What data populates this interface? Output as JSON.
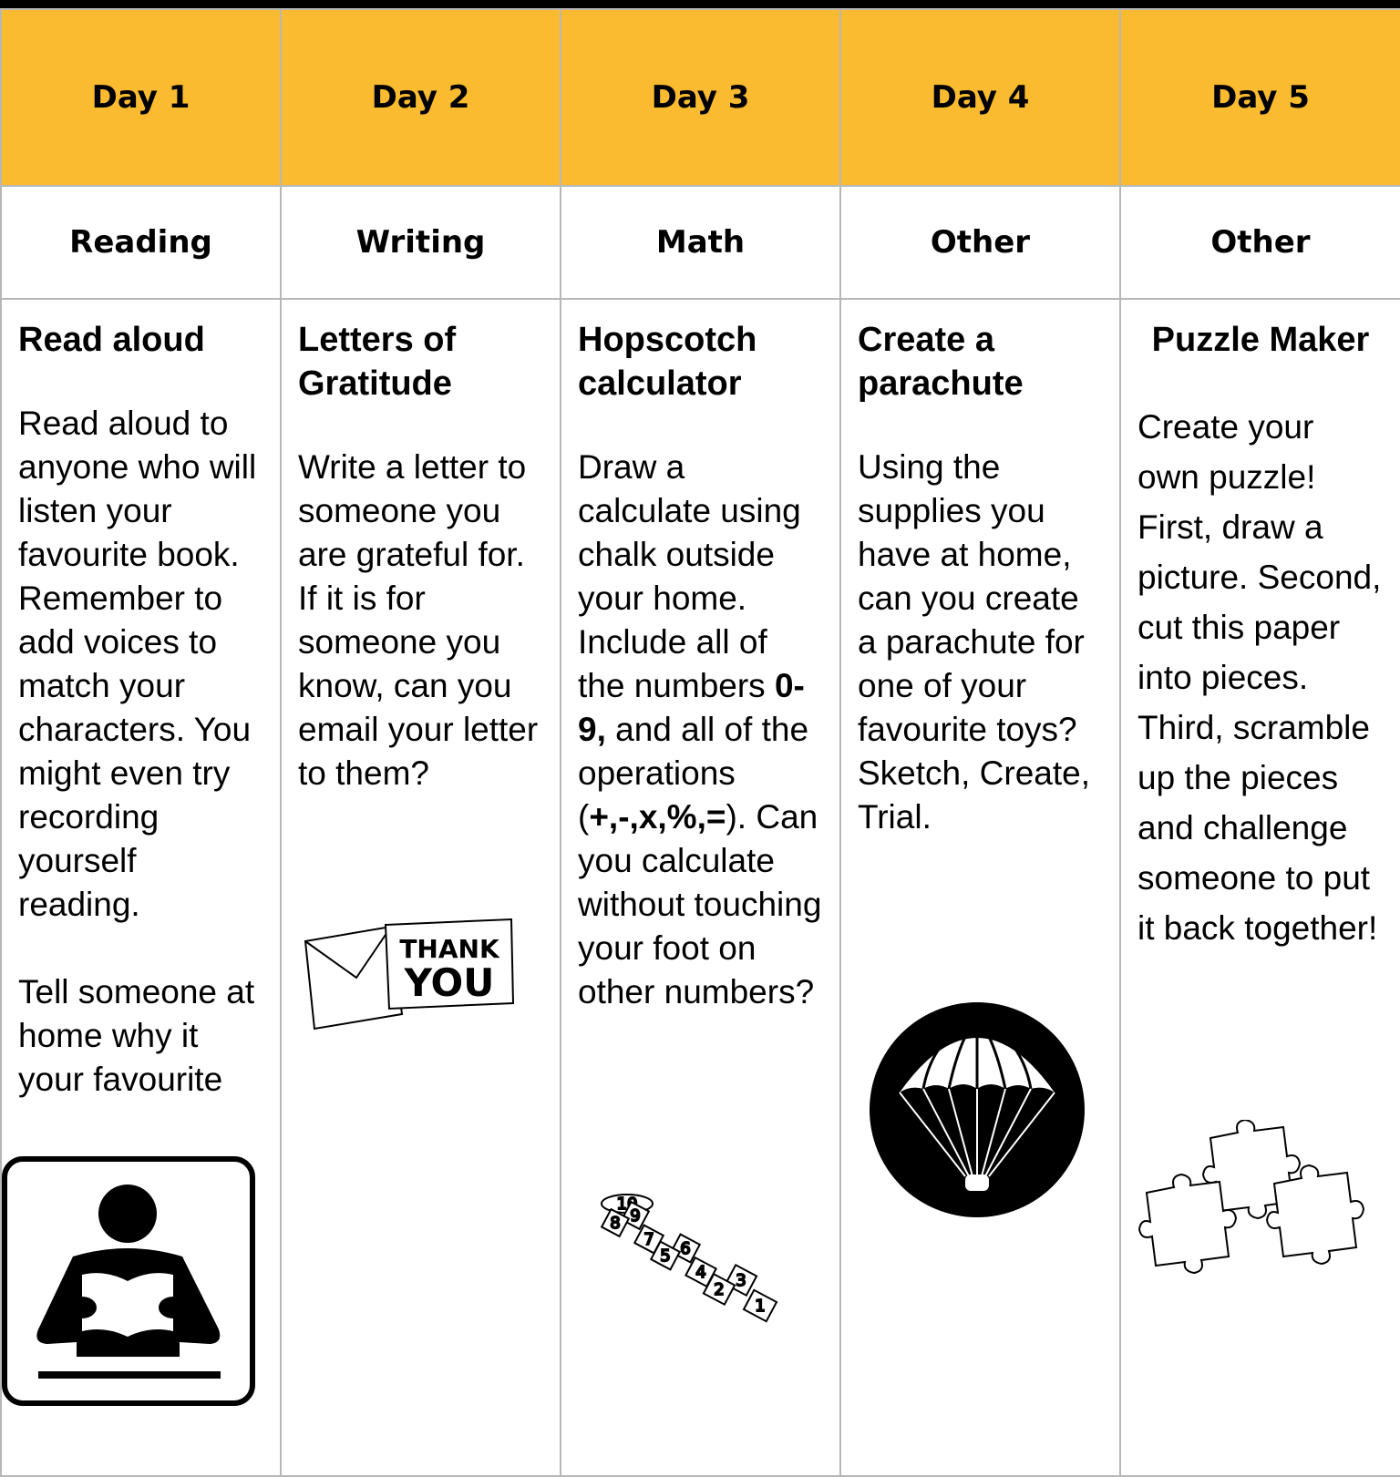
{
  "days": [
    "Day 1",
    "Day 2",
    "Day 3",
    "Day 4",
    "Day 5"
  ],
  "subjects": [
    "Reading",
    "Writing",
    "Math",
    "Other",
    "Other"
  ],
  "activities": [
    {
      "title": "Read aloud",
      "description": "Read aloud to anyone who will listen your favourite book. Remember to add voices to match your characters. You might even try recording yourself reading.",
      "description_2": "Tell someone at home why it your favourite",
      "icon": "person-reading-icon"
    },
    {
      "title": "Letters of Gratitude",
      "description": "Write a letter to someone you are grateful for. If it is for someone you know, can you email your letter to them?",
      "icon": "thank-you-card-icon",
      "card_line_1": "THANK",
      "card_line_2": "YOU"
    },
    {
      "title": "Hopscotch calculator",
      "description_a": "Draw a calculate using chalk outside your home. Include all of the numbers ",
      "description_b": "0-9,",
      "description_c": " and all of the operations (",
      "description_d": "+,-,x,%,=",
      "description_e": "). Can you calculate without touching your foot on other numbers?",
      "icon": "hopscotch-icon",
      "hopscotch_numbers": [
        "10",
        "9",
        "8",
        "7",
        "6",
        "5",
        "4",
        "3",
        "2",
        "1"
      ]
    },
    {
      "title": "Create a parachute",
      "description": "Using the supplies you have at home, can you create a parachute for one of your favourite toys? Sketch, Create, Trial.",
      "icon": "parachute-icon"
    },
    {
      "title": "Puzzle Maker",
      "description": "Create your own puzzle! First, draw a picture. Second, cut this paper into pieces. Third, scramble up the pieces and challenge someone to put it back together!",
      "icon": "puzzle-pieces-icon"
    }
  ],
  "colors": {
    "header": "#fbbb30",
    "border": "#b7b7b7"
  }
}
